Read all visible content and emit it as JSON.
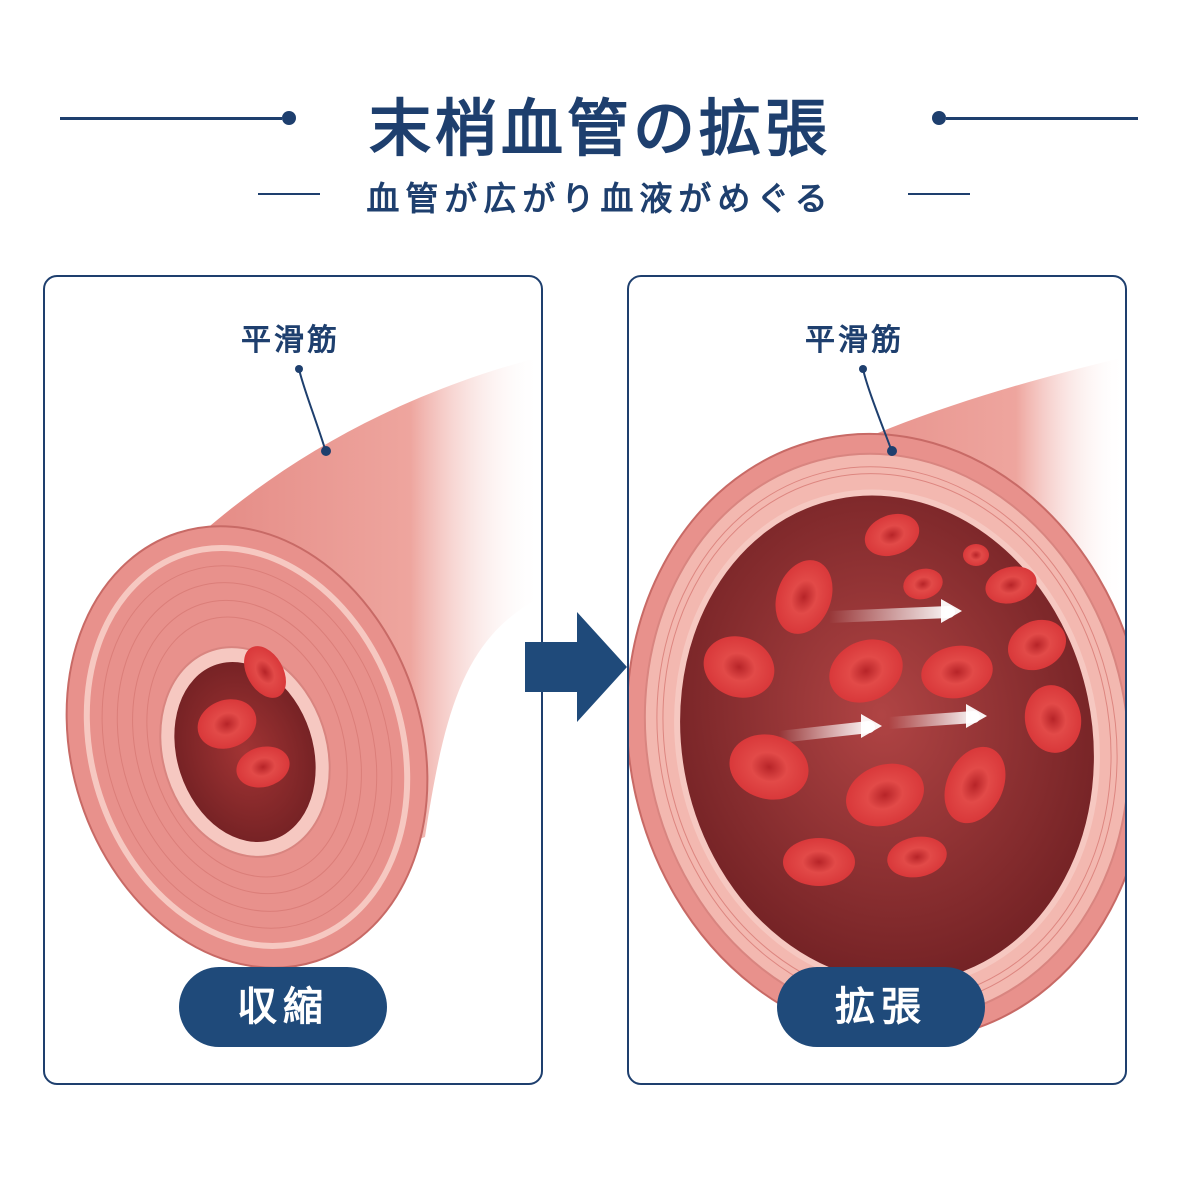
{
  "header": {
    "title": "末梢血管の拡張",
    "subtitle": "血管が広がり血液がめぐる"
  },
  "panels": [
    {
      "annotation_label": "平滑筋",
      "state_label": "収縮"
    },
    {
      "annotation_label": "平滑筋",
      "state_label": "拡張"
    }
  ],
  "colors": {
    "navy": "#1e3f6e",
    "pill": "#1f4a7a",
    "vessel_wall": "#e8918c",
    "vessel_light": "#f3b8b0",
    "lumen": "#8c2a2a",
    "rbc": "#d9383a"
  }
}
